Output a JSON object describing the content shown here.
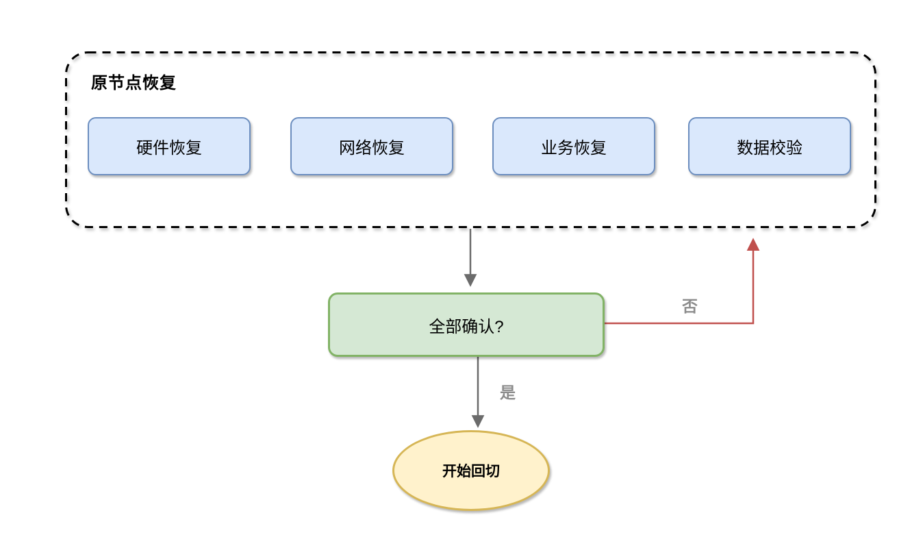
{
  "diagram": {
    "group": {
      "title": "原节点恢复",
      "steps": [
        {
          "label": "硬件恢复"
        },
        {
          "label": "网络恢复"
        },
        {
          "label": "业务恢复"
        },
        {
          "label": "数据校验"
        }
      ]
    },
    "decision": {
      "label": "全部确认?"
    },
    "terminal": {
      "label": "开始回切"
    },
    "edges": {
      "yes_label": "是",
      "no_label": "否"
    }
  },
  "colors": {
    "blue-fill": "#DAE8FC",
    "blue-border": "#6C8EBF",
    "green-fill": "#D5E8D4",
    "green-border": "#82B366",
    "yellow-fill": "#FFF2CC",
    "yellow-border": "#D6B656",
    "arrow-gray": "#6B6B6B",
    "arrow-red": "#C0504D",
    "label-gray": "#8C8C8C",
    "outline-black": "#000000"
  }
}
